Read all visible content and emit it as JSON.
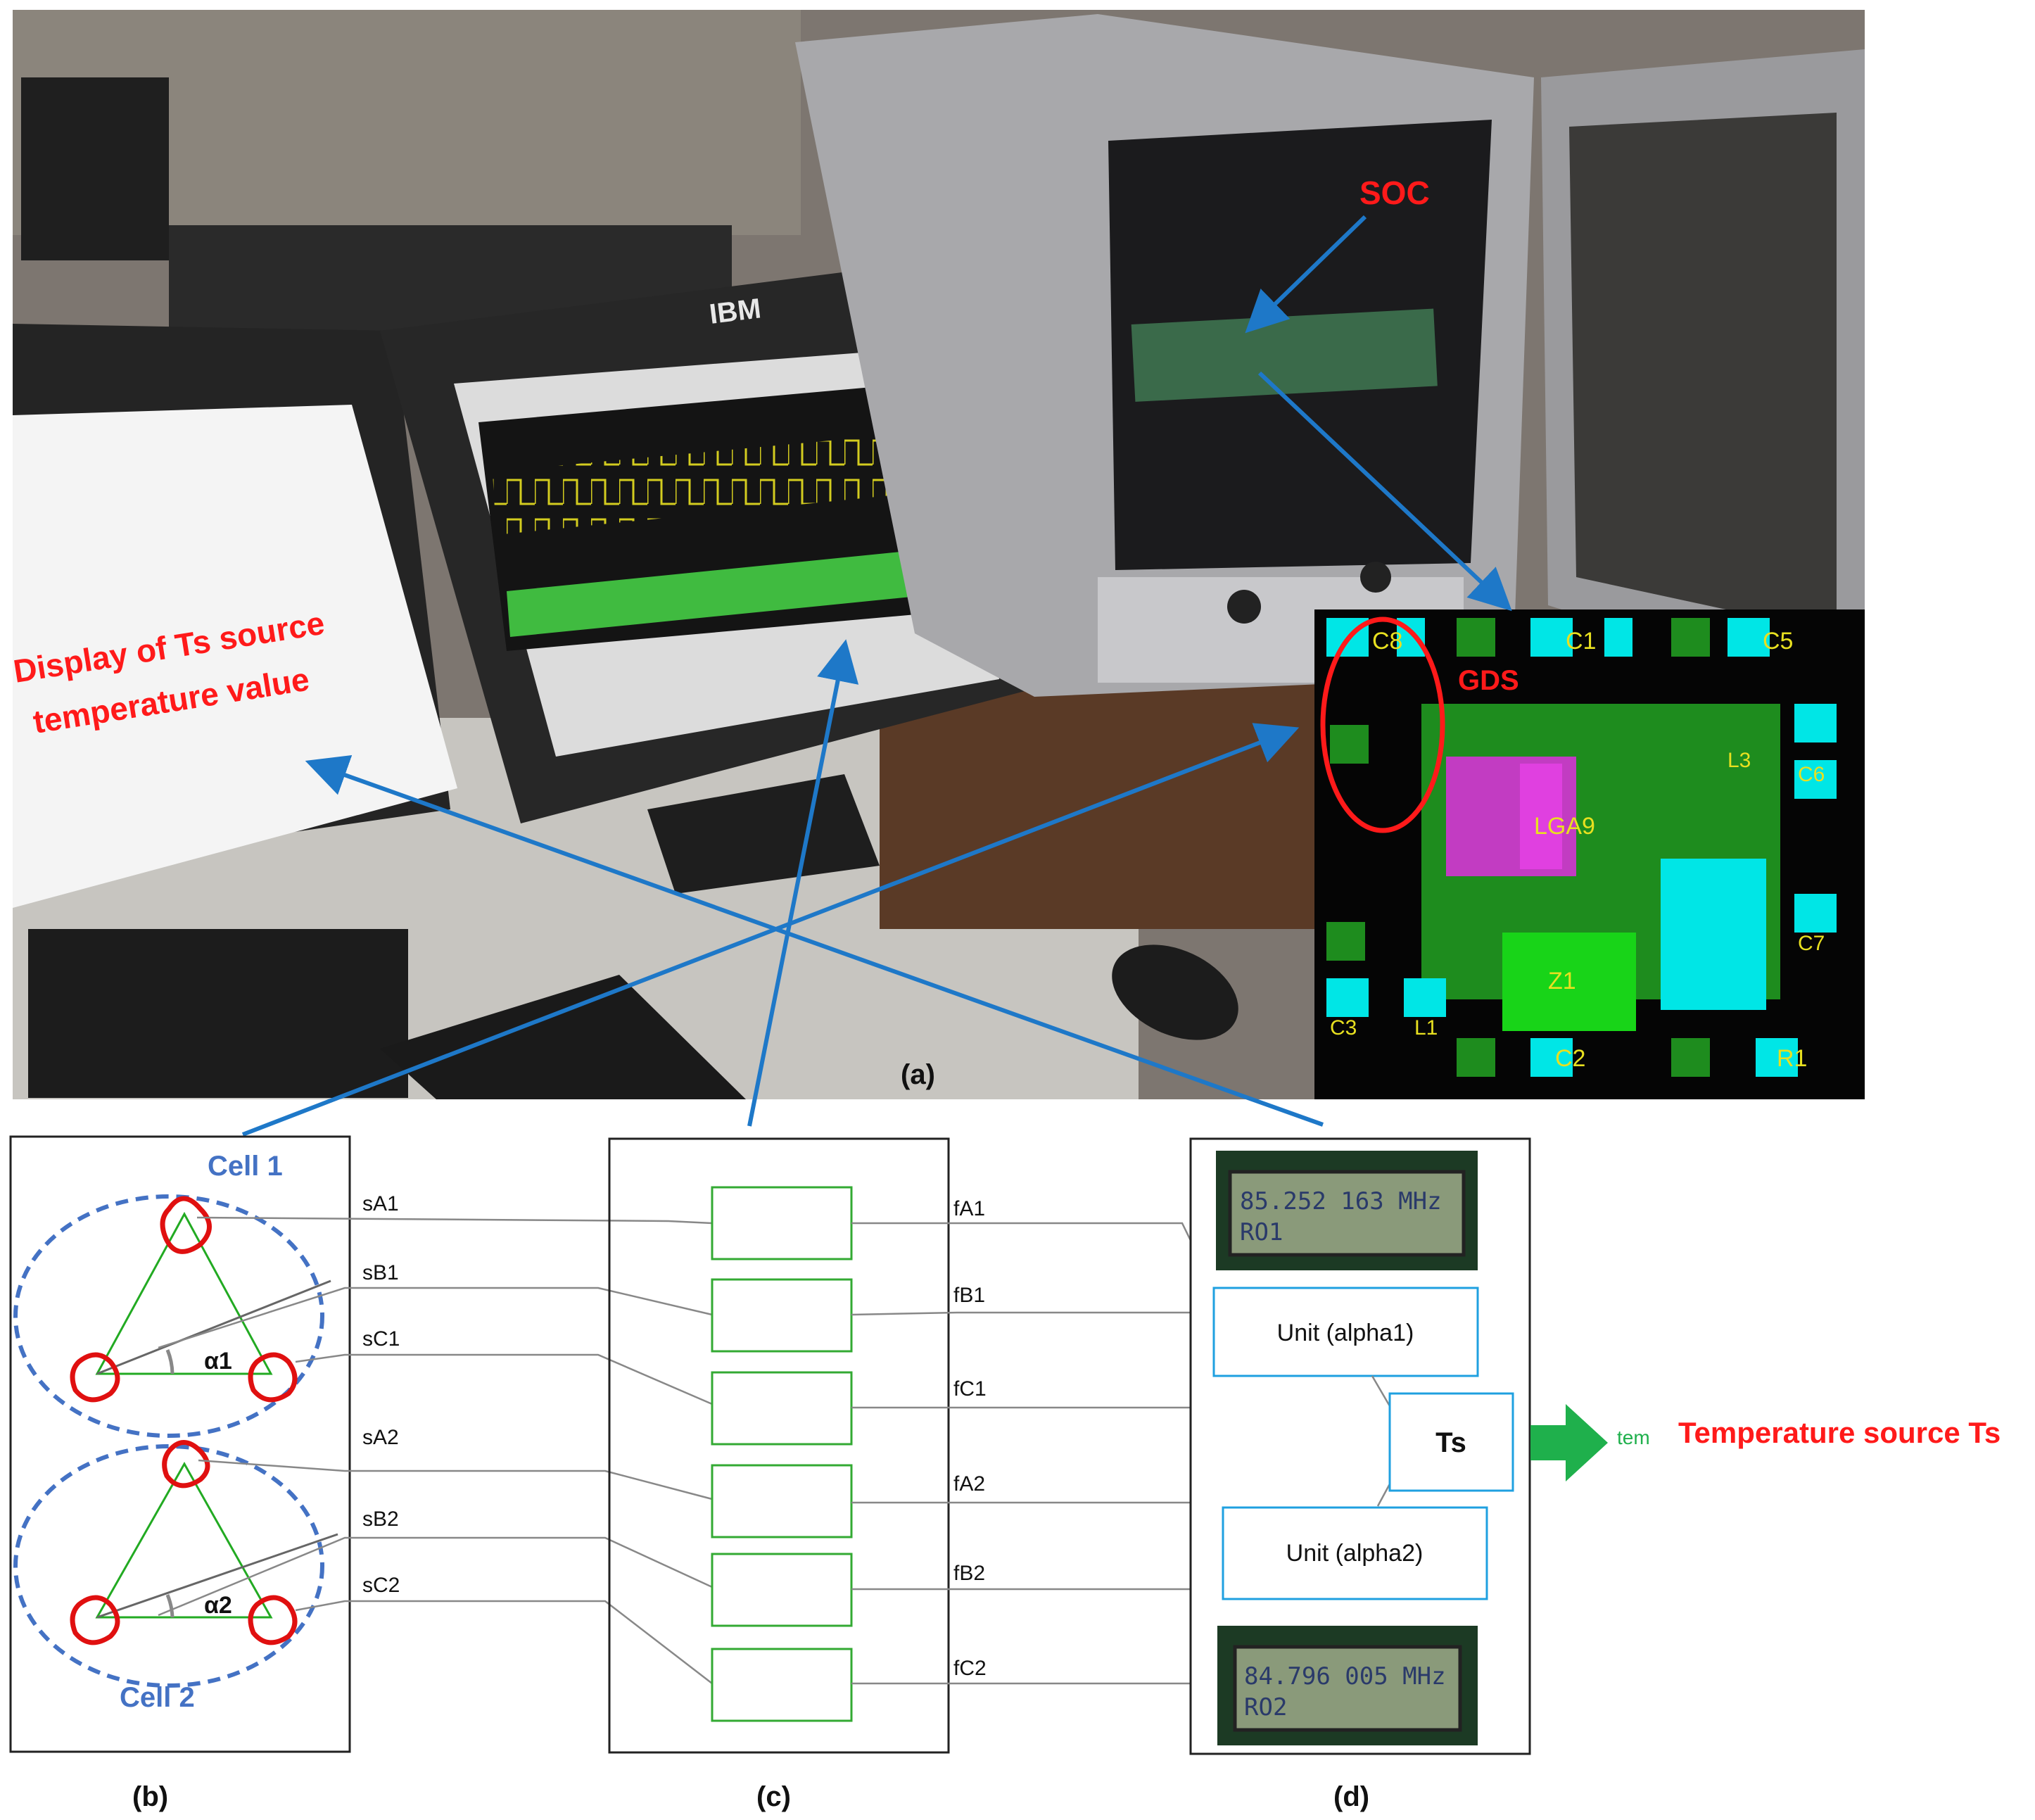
{
  "photo": {
    "monitor_brand": "IBM",
    "soc_label": "SOC",
    "display_caption_line1": "Display of Ts source",
    "display_caption_line2": "temperature value",
    "panel_label": "(a)"
  },
  "layout_inset": {
    "gds_label": "GDS",
    "components": [
      "C8",
      "C1",
      "C5",
      "L3",
      "C6",
      "LGA9",
      "Z1",
      "C7",
      "C3",
      "L1",
      "C2",
      "R1"
    ]
  },
  "panel_b": {
    "label": "(b)",
    "cell1": "Cell 1",
    "cell2": "Cell 2",
    "alpha1": "α1",
    "alpha2": "α2",
    "sensors": [
      "sA1",
      "sB1",
      "sC1",
      "sA2",
      "sB2",
      "sC2"
    ]
  },
  "panel_c": {
    "label": "(c)"
  },
  "panel_d": {
    "label": "(d)",
    "freqs": [
      "fA1",
      "fB1",
      "fC1",
      "fA2",
      "fB2",
      "fC2"
    ],
    "lcd1_line1": "85.252 163 MHz",
    "lcd1_line2": "RO1",
    "lcd2_line1": "84.796 005 MHz",
    "lcd2_line2": "RO2",
    "unit1": "Unit (alpha1)",
    "unit2": "Unit (alpha2)",
    "ts": "Ts",
    "tem": "tem",
    "output": "Temperature source Ts"
  },
  "colors": {
    "red": "#ff1a1a",
    "blue_arrow": "#1e78c8",
    "cell_blue": "#4472c4",
    "green_box": "#33aa33",
    "cyan_box": "#1fa0e0",
    "out_green": "#1fb04c"
  }
}
